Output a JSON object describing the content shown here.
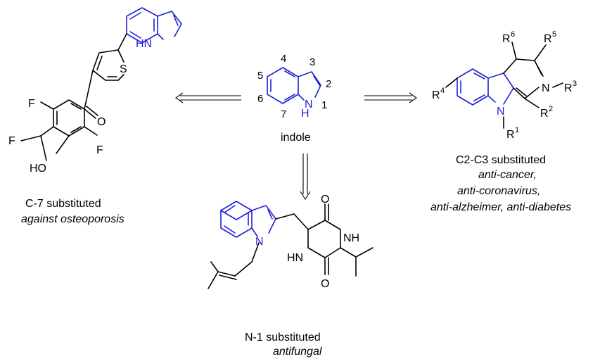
{
  "colors": {
    "indole_core": "#1f1fd6",
    "bond": "#000000",
    "background": "#ffffff"
  },
  "center": {
    "name": "indole",
    "positions": [
      "1",
      "2",
      "3",
      "4",
      "5",
      "6",
      "7"
    ],
    "atom_labels": {
      "N": "N",
      "H": "H"
    }
  },
  "left": {
    "title": "C-7 substituted",
    "activity": "against osteoporosis",
    "atoms": {
      "S": "S",
      "HN": "HN",
      "O": "O",
      "F": "F",
      "HO": "HO"
    }
  },
  "bottom": {
    "title": "N-1 substituted",
    "activity": "antifungal",
    "atoms": {
      "N": "N",
      "O": "O",
      "NH": "NH",
      "HN": "HN"
    }
  },
  "right": {
    "title": "C2-C3 substituted",
    "activities": [
      "anti-cancer,",
      "anti-coronavirus,",
      "anti-alzheimer, anti-diabetes"
    ],
    "atoms": {
      "N": "N",
      "R": "R"
    },
    "substituents": [
      "1",
      "2",
      "3",
      "4",
      "5",
      "6"
    ]
  }
}
